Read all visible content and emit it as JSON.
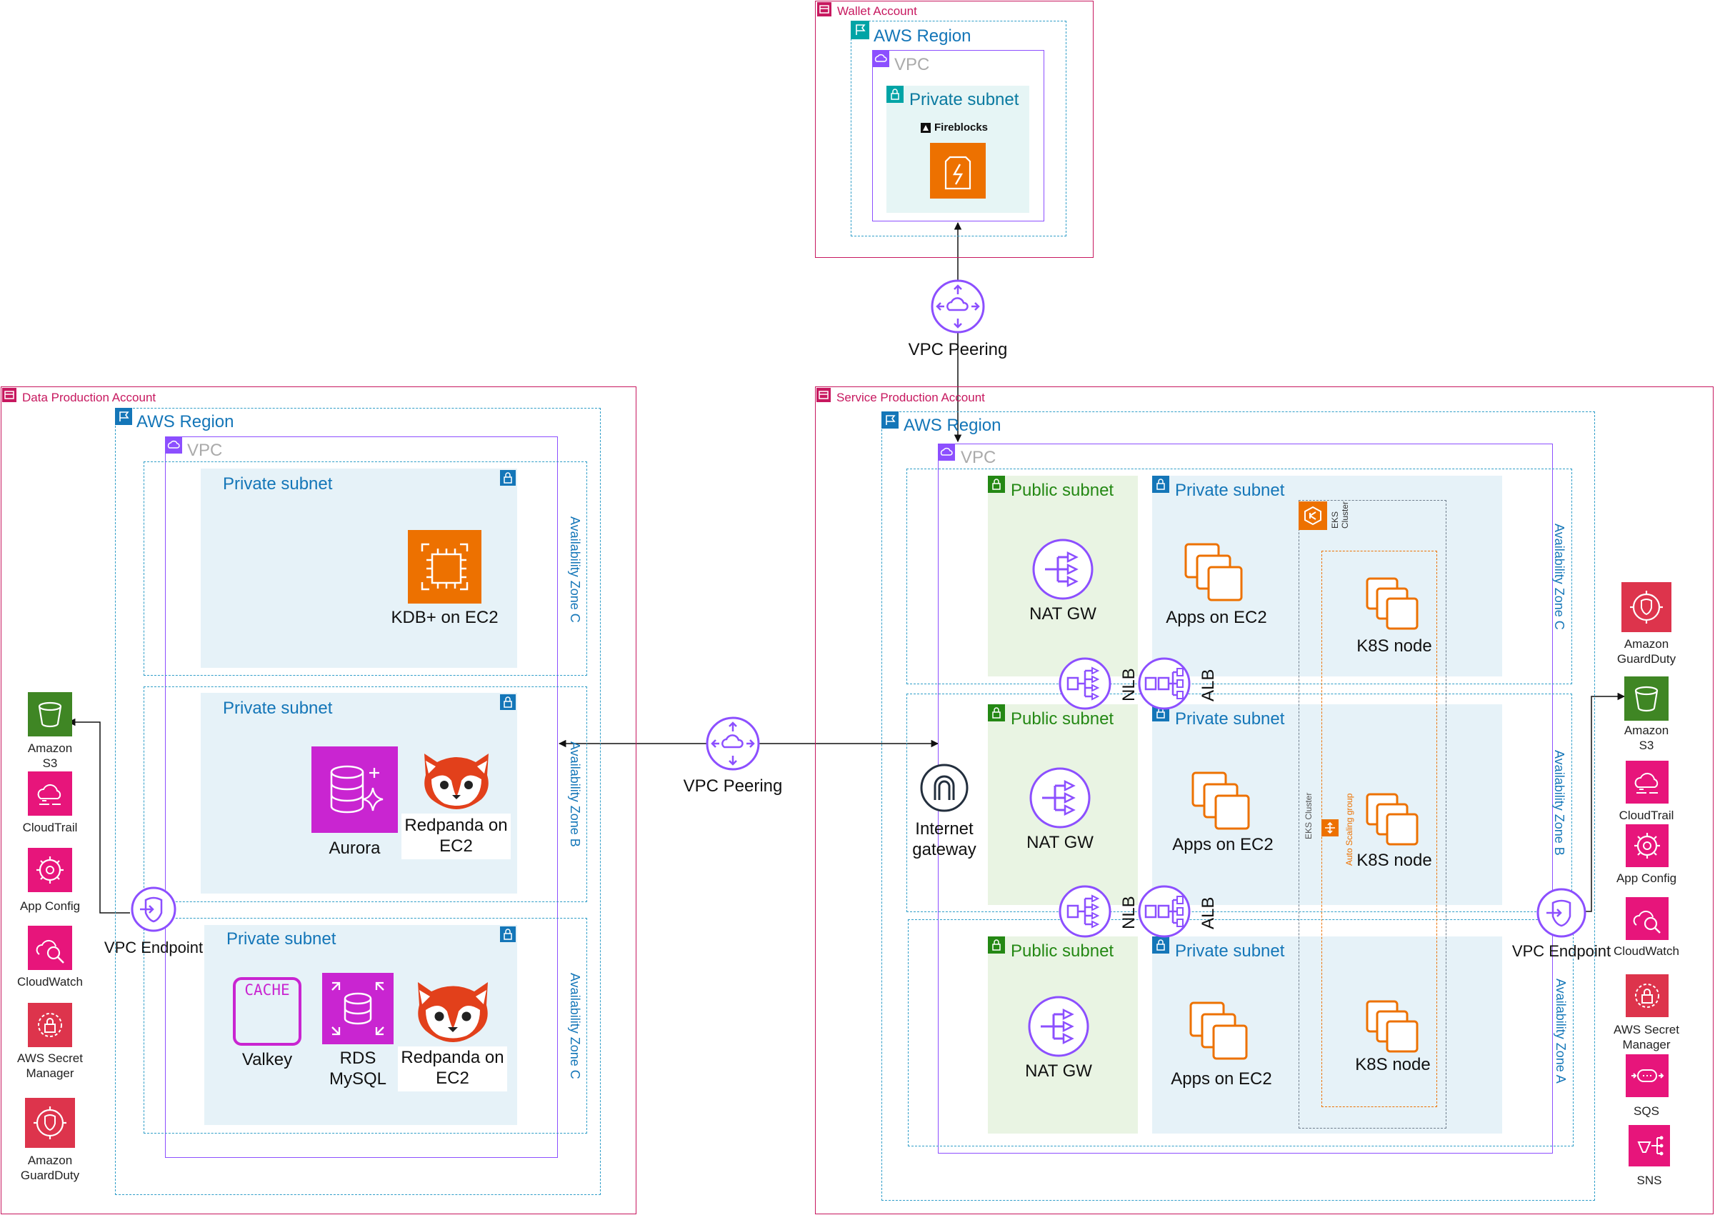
{
  "wallet": {
    "account": "Wallet Account",
    "region": "AWS Region",
    "vpc": "VPC",
    "subnet": "Private subnet",
    "fireblocks": "Fireblocks"
  },
  "peering_top": "VPC Peering",
  "peering_mid": "VPC Peering",
  "data": {
    "account": "Data Production Account",
    "region": "AWS Region",
    "vpc": "VPC",
    "subnet": "Private subnet",
    "az_c": "Availability Zone C",
    "az_b": "Availability Zone B",
    "kdb": "KDB+ on EC2",
    "aurora": "Aurora",
    "redpanda_1": "Redpanda on\nEC2",
    "cache_text": "CACHE",
    "valkey": "Valkey",
    "rds": "RDS\nMySQL",
    "redpanda_2": "Redpanda on\nEC2",
    "vpc_endpoint": "VPC Endpoint",
    "services": [
      "Amazon\nS3",
      "CloudTrail",
      "App Config",
      "CloudWatch",
      "AWS Secret\nManager",
      "Amazon\nGuardDuty"
    ]
  },
  "service": {
    "account": "Service Production Account",
    "region": "AWS Region",
    "vpc": "VPC",
    "public_subnet": "Public subnet",
    "private_subnet": "Private subnet",
    "az_c": "Availability Zone C",
    "az_b": "Availability Zone B",
    "az_a": "Availability Zone A",
    "nat": "NAT GW",
    "apps": "Apps on EC2",
    "k8s": "K8S node",
    "eks": "EKS\nCluster",
    "eks_side": "EKS Cluster",
    "asg": "Auto Scaling group",
    "nlb": "NLB",
    "alb": "ALB",
    "igw": "Internet\ngateway",
    "vpc_endpoint": "VPC Endpoint",
    "services": [
      "Amazon\nGuardDuty",
      "Amazon\nS3",
      "CloudTrail",
      "App Config",
      "CloudWatch",
      "AWS Secret\nManager",
      "SQS",
      "SNS"
    ]
  },
  "colors": {
    "account": "#c7185f",
    "region": "#2e9dc8",
    "vpc": "#8c4fff",
    "compute": "#ed7100",
    "database": "#c925d1",
    "storage": "#3f8624",
    "management": "#e7157b",
    "security": "#dd344c",
    "text_blue": "#1476b8",
    "text_green": "#248814"
  }
}
